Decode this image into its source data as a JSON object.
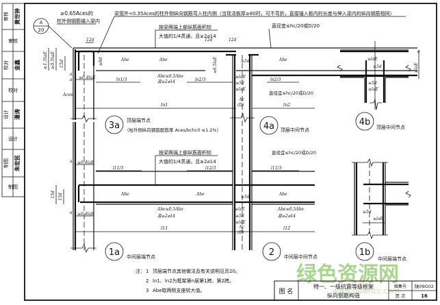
{
  "sidebar": {
    "cells": [
      {
        "label": "审核",
        "signature": "黄世钟"
      },
      {
        "label": "审核",
        "signature": ""
      },
      {
        "label": "校对",
        "signature": "金鑫"
      },
      {
        "label": "校对",
        "signature": ""
      },
      {
        "label": "设计",
        "signature": "潘涛"
      },
      {
        "label": "设计",
        "signature": ""
      },
      {
        "label": "制图",
        "signature": "朱宏民"
      },
      {
        "label": "制图",
        "signature": ""
      }
    ]
  },
  "top_notes": {
    "callout_a": "≥0.65Aces的",
    "callout_b": "柱外侧钢筋锚入梁内",
    "callout_ref_top": "A",
    "callout_ref_bottom": "20",
    "beam_width_note": "梁宽外<0.35Aces的柱外侧纵向钢筋弯入柱内侧（当现浇板厚≥80时，可不弯折，直接锚入板内的长度与伸入梁内的纵向钢筋相同）"
  },
  "dimensions": {
    "d12": "12d",
    "d8": "≥8d",
    "d15": "15d",
    "l15": "≥1.5laE",
    "l05": "≥0.5laE",
    "l04": "≥0.4laE",
    "d5": "≥5d",
    "lae": "≥laE",
    "a": "a",
    "abe": "Abe",
    "ace": "Aces",
    "ln1": "ln1",
    "ln2": "ln2",
    "ln1_3": "ln1/3",
    "ln2_3": "ln2/3",
    "l11": "l11",
    "l12": "l12",
    "l11_3": "l11/3",
    "l12_3": "l12/3",
    "hc": "hc",
    "D": "(D)",
    "abe_cond_1": "Abe≥0.5Abe",
    "abe_cond_2": "且≥2⌀14",
    "ratio_note": "按梁两端上部纵筋面积较",
    "ratio_note_2": "大值的1/4贯通，且≥2⌀14",
    "diameter_note": "直径宜≤hc/20或D/20"
  },
  "nodes": [
    {
      "id": "3a",
      "title": "顶层端节点",
      "subtitle": "（柱外侧纵向钢筋配筋率 Aces/bchc0 ≤1.2%）"
    },
    {
      "id": "4a",
      "title": "顶层中间节点"
    },
    {
      "id": "4b",
      "title": "顶层中间节点"
    },
    {
      "id": "1a",
      "title": "中间层端节点"
    },
    {
      "id": "2",
      "title": "中间层中间节点"
    },
    {
      "id": "1b",
      "title": "中间层端节点"
    }
  ],
  "notes": {
    "prefix": "注：",
    "items": [
      {
        "num": "1",
        "text": "顶层端节点其他做法及有关说明见页20。"
      },
      {
        "num": "2",
        "text": "ln1、ln2为框架第n层第1跨、第2跨。"
      },
      {
        "num": "3",
        "text": "Abe取两侧支座较大值。"
      }
    ]
  },
  "title_block": {
    "name_label": "图 名",
    "title_line1": "特一、一级抗震等级框架",
    "title_line2": "纵向钢筋构造",
    "atlas_label": "图集号",
    "atlas_value": "陕09G02",
    "page_label": "页 次",
    "page_value": "16"
  },
  "watermark": {
    "text": "绿色资源网",
    "url": "www.downcc.com"
  }
}
